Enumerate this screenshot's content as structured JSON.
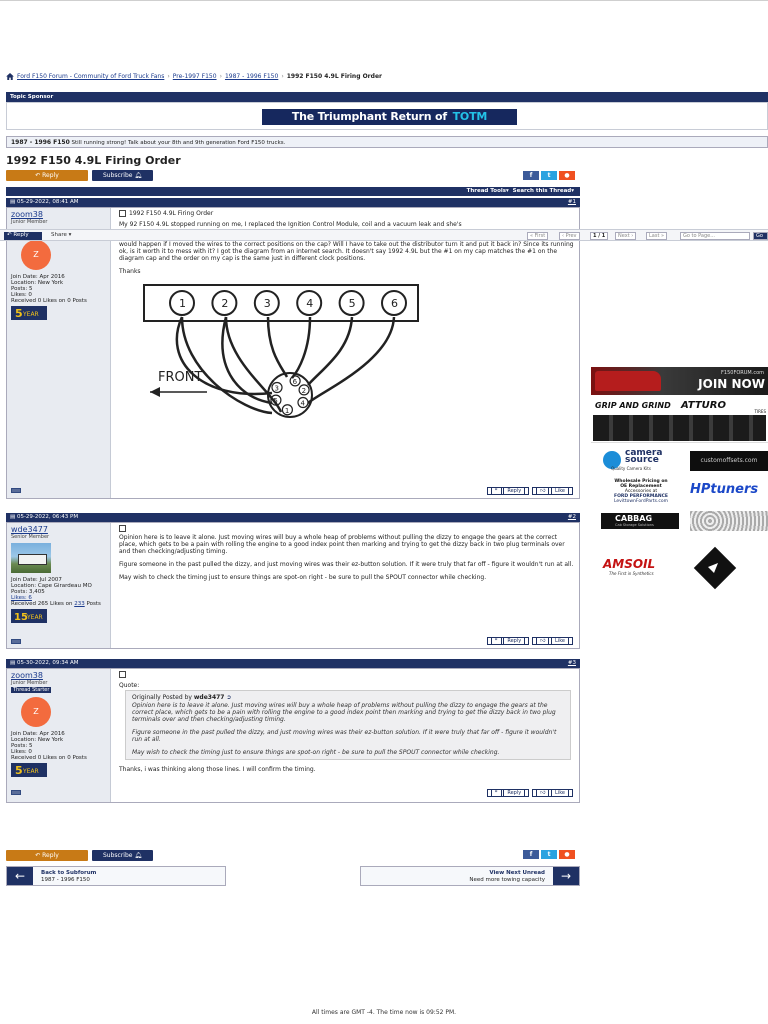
{
  "breadcrumb": {
    "items": [
      "Ford F150 Forum - Community of Ford Truck Fans",
      "Pre-1997 F150",
      "1987 - 1996 F150"
    ],
    "current": "1992 F150 4.9L Firing Order"
  },
  "sponsor": {
    "label": "Topic Sponsor",
    "banner_main": "The Triumphant Return of",
    "banner_accent": "TOTM"
  },
  "forum": {
    "name": "1987 - 1996 F150",
    "description": "Still running strong! Talk about your 8th and 9th generation Ford F150 trucks."
  },
  "thread": {
    "title": "1992 F150 4.9L Firing Order",
    "reply_label": "Reply",
    "subscribe_label": "Subscribe",
    "tools_label": "Thread Tools",
    "search_label": "Search this Thread"
  },
  "overlay": {
    "reply": "Reply",
    "share": "Share",
    "first": "First",
    "prev": "Prev",
    "page": "1 / 1",
    "next": "Next",
    "last": "Last",
    "goto": "Go to Page...",
    "go": "Go"
  },
  "posts": [
    {
      "date": "05-29-2022, 08:41 AM",
      "number": "#1",
      "username": "zoom38",
      "usertitle": "Junior Member",
      "avatar_letter": "Z",
      "join": "Join Date: Apr 2016",
      "location": "Location: New York",
      "posts": "Posts: 5",
      "likes": "Likes: 0",
      "received": "Received 0 Likes on 0 Posts",
      "subject": "1992 F150 4.9L Firing Order",
      "lines": [
        "My 92 F150 4.9L stopped running on me, I replaced the Ignition Control Module, coil and a vacuum leak and she's",
        "wire is on the #5 position on the cap. Truck seems to be running fine. Can someone advise if I can be doing damage being off a clock position? What would happen if I moved the wires to the correct positions on the cap? Will I have to take out the distributor turn it and put it back in? Since its running ok, is it worth it to mess with it? I got the diagram from an internet search. It doesn't say 1992 4.9L but the #1 on my cap matches the #1 on the diagram cap and the order on my cap is the same just in different clock positions.",
        "Thanks"
      ],
      "diagram": {
        "cylinders": [
          "1",
          "2",
          "3",
          "4",
          "5",
          "6"
        ],
        "cap": [
          "6",
          "2",
          "4",
          "1",
          "5",
          "3"
        ],
        "front_label": "FRONT"
      },
      "reply_btn": "Reply",
      "like_btn": "Like"
    },
    {
      "date": "05-29-2022, 06:43 PM",
      "number": "#2",
      "username": "wde3477",
      "usertitle": "Senior Member",
      "join": "Join Date: Jul 2007",
      "location": "Location: Cape Girardeau MO",
      "posts": "Posts: 3,405",
      "likes": "Likes: 6",
      "received_pre": "Received 265 Likes on",
      "received_link": "233",
      "received_post": "Posts",
      "lines": [
        "Opinion here is to leave it alone. Just moving wires will buy a whole heap of problems without pulling the dizzy to engage the gears at the correct place, which gets to be a pain with rolling the engine to a good index point then marking and trying to get the dizzy back in two plug terminals over and then checking/adjusting timing.",
        "Figure someone in the past pulled the dizzy, and just moving wires was their ez-button solution. If it were truly that far off - figure it wouldn't run at all.",
        "May wish to check the timing just to ensure things are spot-on right - be sure to pull the SPOUT connector while checking."
      ],
      "reply_btn": "Reply",
      "like_btn": "Like"
    },
    {
      "date": "05-30-2022, 09:34 AM",
      "number": "#3",
      "username": "zoom38",
      "usertitle": "Junior Member",
      "starter": "Thread Starter",
      "avatar_letter": "Z",
      "join": "Join Date: Apr 2016",
      "location": "Location: New York",
      "posts": "Posts: 5",
      "likes": "Likes: 0",
      "received": "Received 0 Likes on 0 Posts",
      "quote_label": "Quote:",
      "quote_by_pre": "Originally Posted by",
      "quote_by": "wde3477",
      "quote_lines": [
        "Opinion here is to leave it alone. Just moving wires will buy a whole heap of problems without pulling the dizzy to engage the gears at the correct place, which gets to be a pain with rolling the engine to a good index point then marking and trying to get the dizzy back in two plug terminals over and then checking/adjusting timing.",
        "Figure someone in the past pulled the dizzy, and just moving wires was their ez-button solution. If it were truly that far off - figure it wouldn't run at all.",
        "May wish to check the timing just to ensure things are spot-on right - be sure to pull the SPOUT connector while checking."
      ],
      "reply_text": "Thanks, i was thinking along those lines. I will confirm the timing.",
      "reply_btn": "Reply",
      "like_btn": "Like"
    }
  ],
  "bottom": {
    "reply_label": "Reply",
    "subscribe_label": "Subscribe",
    "back_title": "Back to Subforum",
    "back_sub": "1987 - 1996 F150",
    "next_title": "View Next Unread",
    "next_sub": "Need more towing capacity"
  },
  "ads": {
    "join_site": "F150FORUM.com",
    "join_text": "JOIN NOW",
    "grip": "GRIP AND GRIND",
    "atturo": "ATTURO",
    "atturo_sub": "TIRES",
    "camera_main": "camera",
    "camera_main2": "source",
    "camera_sub": "Quality Camera Kits",
    "customoffsets": "customoffsets.com",
    "wholesale_lines": [
      "Wholesale Pricing on",
      "OE Replacement",
      "Accessories at",
      "FORD PERFORMANCE",
      "LevittownFordParts.com"
    ],
    "hp": "HPtuners",
    "cabbag": "CABBAG",
    "cabbag_sub": "Cab Storage Solutions",
    "amsoil": "AMSOIL",
    "amsoil_sub": "The First in Synthetics"
  },
  "footer": "All times are GMT -4. The time now is 09:52 PM."
}
